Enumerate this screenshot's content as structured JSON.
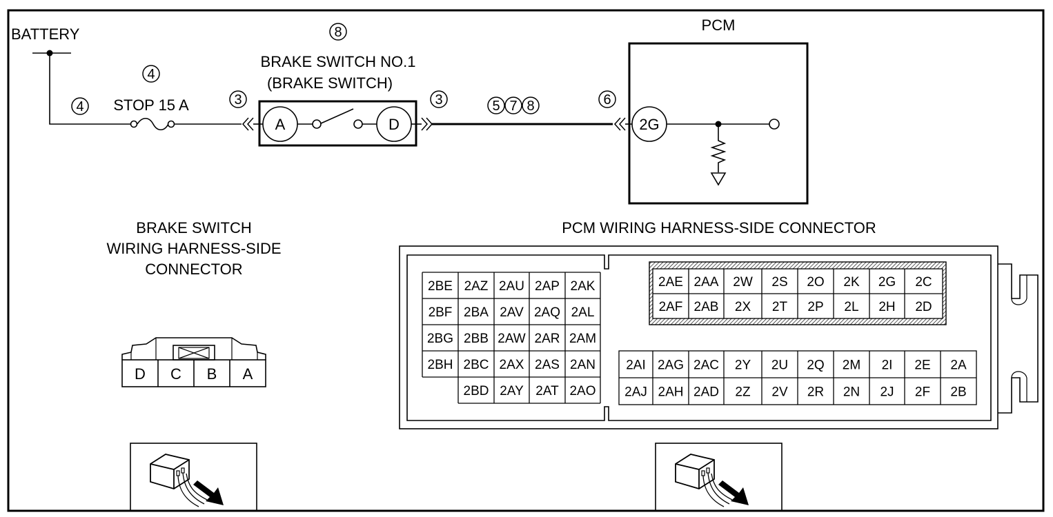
{
  "schematic": {
    "battery": "BATTERY",
    "fuse": "STOP 15 A",
    "switch_title1": "BRAKE SWITCH NO.1",
    "switch_title2": "(BRAKE SWITCH)",
    "pcm": "PCM",
    "term_a": "A",
    "term_d": "D",
    "term_2g": "2G",
    "ref_fuse": "4",
    "ref_wire_left": "4",
    "ref_switch": "8",
    "ref_conn_a": "3",
    "ref_conn_d": "3",
    "ref_wire_mid": [
      "5",
      "7",
      "8"
    ],
    "ref_pcm_conn": "6"
  },
  "brake_connector": {
    "title": [
      "BRAKE SWITCH",
      "WIRING HARNESS-SIDE",
      "CONNECTOR"
    ],
    "pins": [
      "D",
      "C",
      "B",
      "A"
    ]
  },
  "pcm_connector": {
    "title": "PCM WIRING HARNESS-SIDE CONNECTOR",
    "left_block": [
      [
        "2BE",
        "2AZ",
        "2AU",
        "2AP",
        "2AK"
      ],
      [
        "2BF",
        "2BA",
        "2AV",
        "2AQ",
        "2AL"
      ],
      [
        "2BG",
        "2BB",
        "2AW",
        "2AR",
        "2AM"
      ],
      [
        "2BH",
        "2BC",
        "2AX",
        "2AS",
        "2AN"
      ],
      [
        "",
        "2BD",
        "2AY",
        "2AT",
        "2AO"
      ]
    ],
    "top_right_block": [
      [
        "2AE",
        "2AA",
        "2W",
        "2S",
        "2O",
        "2K",
        "2G",
        "2C"
      ],
      [
        "2AF",
        "2AB",
        "2X",
        "2T",
        "2P",
        "2L",
        "2H",
        "2D"
      ]
    ],
    "bottom_right_block": [
      [
        "2AI",
        "2AG",
        "2AC",
        "2Y",
        "2U",
        "2Q",
        "2M",
        "2I",
        "2E",
        "2A"
      ],
      [
        "2AJ",
        "2AH",
        "2AD",
        "2Z",
        "2V",
        "2R",
        "2N",
        "2J",
        "2F",
        "2B"
      ]
    ]
  }
}
